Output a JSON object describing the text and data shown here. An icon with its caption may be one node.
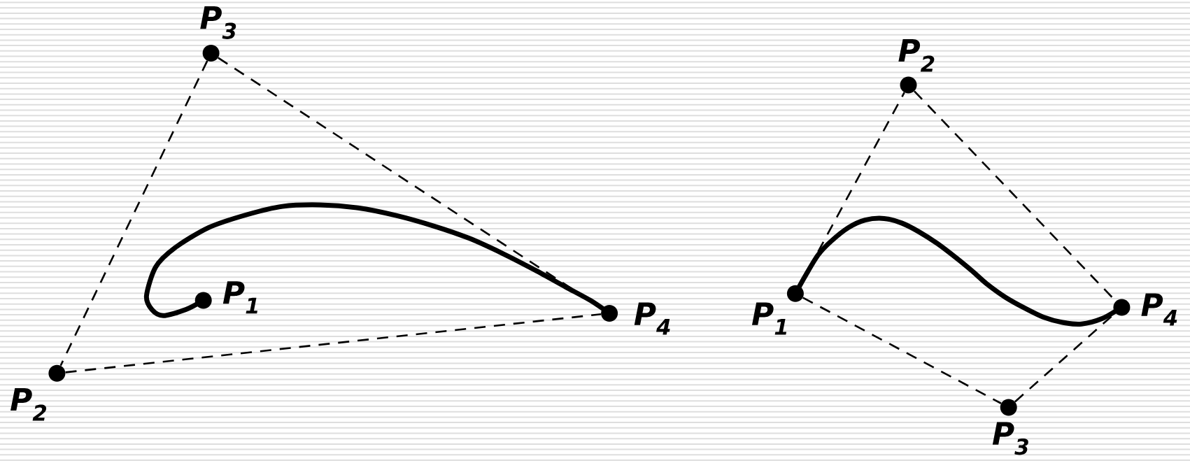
{
  "diagram": {
    "nodes": [
      {
        "text": [],
        "shape": "circle",
        "beside": [
          "P$_{3}$"
        ]
      },
      {
        "text": [],
        "shape": "circle",
        "beside": [
          "P$_{1}$"
        ]
      },
      {
        "text": [],
        "shape": "circle",
        "beside": [
          "P$_{4}$"
        ]
      },
      {
        "text": [],
        "shape": "circle",
        "beside": [
          "P$_{2}$"
        ]
      },
      {
        "text": [],
        "shape": "circle",
        "beside": [
          "P$_{2}$"
        ]
      },
      {
        "text": [],
        "shape": "circle",
        "beside": [
          "P$_{1}$"
        ]
      },
      {
        "text": [],
        "shape": "circle",
        "beside": [
          "P$_{4}$"
        ]
      },
      {
        "text": [],
        "shape": "circle",
        "beside": [
          "P$_{3}$"
        ]
      }
    ],
    "edges": [
      {
        "from": 0,
        "to": 3,
        "arrow": "none",
        "style": "dashed"
      },
      {
        "from": 0,
        "to": 2,
        "arrow": "none",
        "style": "dashed"
      },
      {
        "from": 3,
        "to": 2,
        "arrow": "none",
        "style": "dashed"
      },
      {
        "from": 1,
        "to": 2,
        "arrow": "none",
        "style": "thick"
      },
      {
        "from": 5,
        "to": 4,
        "arrow": "none",
        "style": "dashed"
      },
      {
        "from": 4,
        "to": 6,
        "arrow": "none",
        "style": "dashed"
      },
      {
        "from": 5,
        "to": 7,
        "arrow": "none",
        "style": "dashed"
      },
      {
        "from": 7,
        "to": 6,
        "arrow": "none",
        "style": "dashed"
      },
      {
        "from": 5,
        "to": 6,
        "arrow": "none",
        "style": "thick"
      }
    ]
  }
}
